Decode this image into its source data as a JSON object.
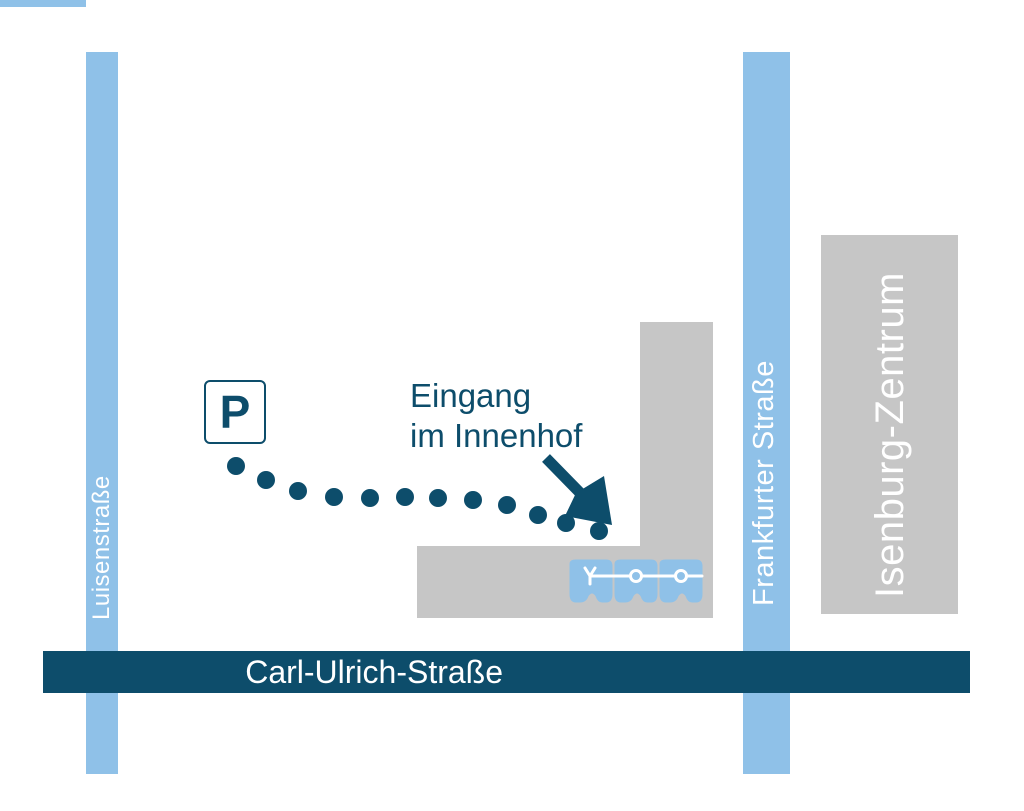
{
  "streets": {
    "luisenstrasse": "Luisenstraße",
    "frankfurter": "Frankfurter Straße",
    "carl_ulrich": "Carl-Ulrich-Straße"
  },
  "landmarks": {
    "isenburg_zentrum": "Isenburg-Zentrum"
  },
  "parking": {
    "label": "P"
  },
  "entrance": {
    "line1": "Eingang",
    "line2": "im Innenhof"
  },
  "icons": {
    "parking": "parking-sign-icon",
    "arrow": "arrow-icon",
    "path": "walking-path-dots",
    "logo": "practice-logo-icon"
  },
  "colors": {
    "street_light": "#8fc1e8",
    "street_dark": "#0d4d6b",
    "building": "#c6c6c6",
    "text_dark": "#0d4d6b"
  }
}
